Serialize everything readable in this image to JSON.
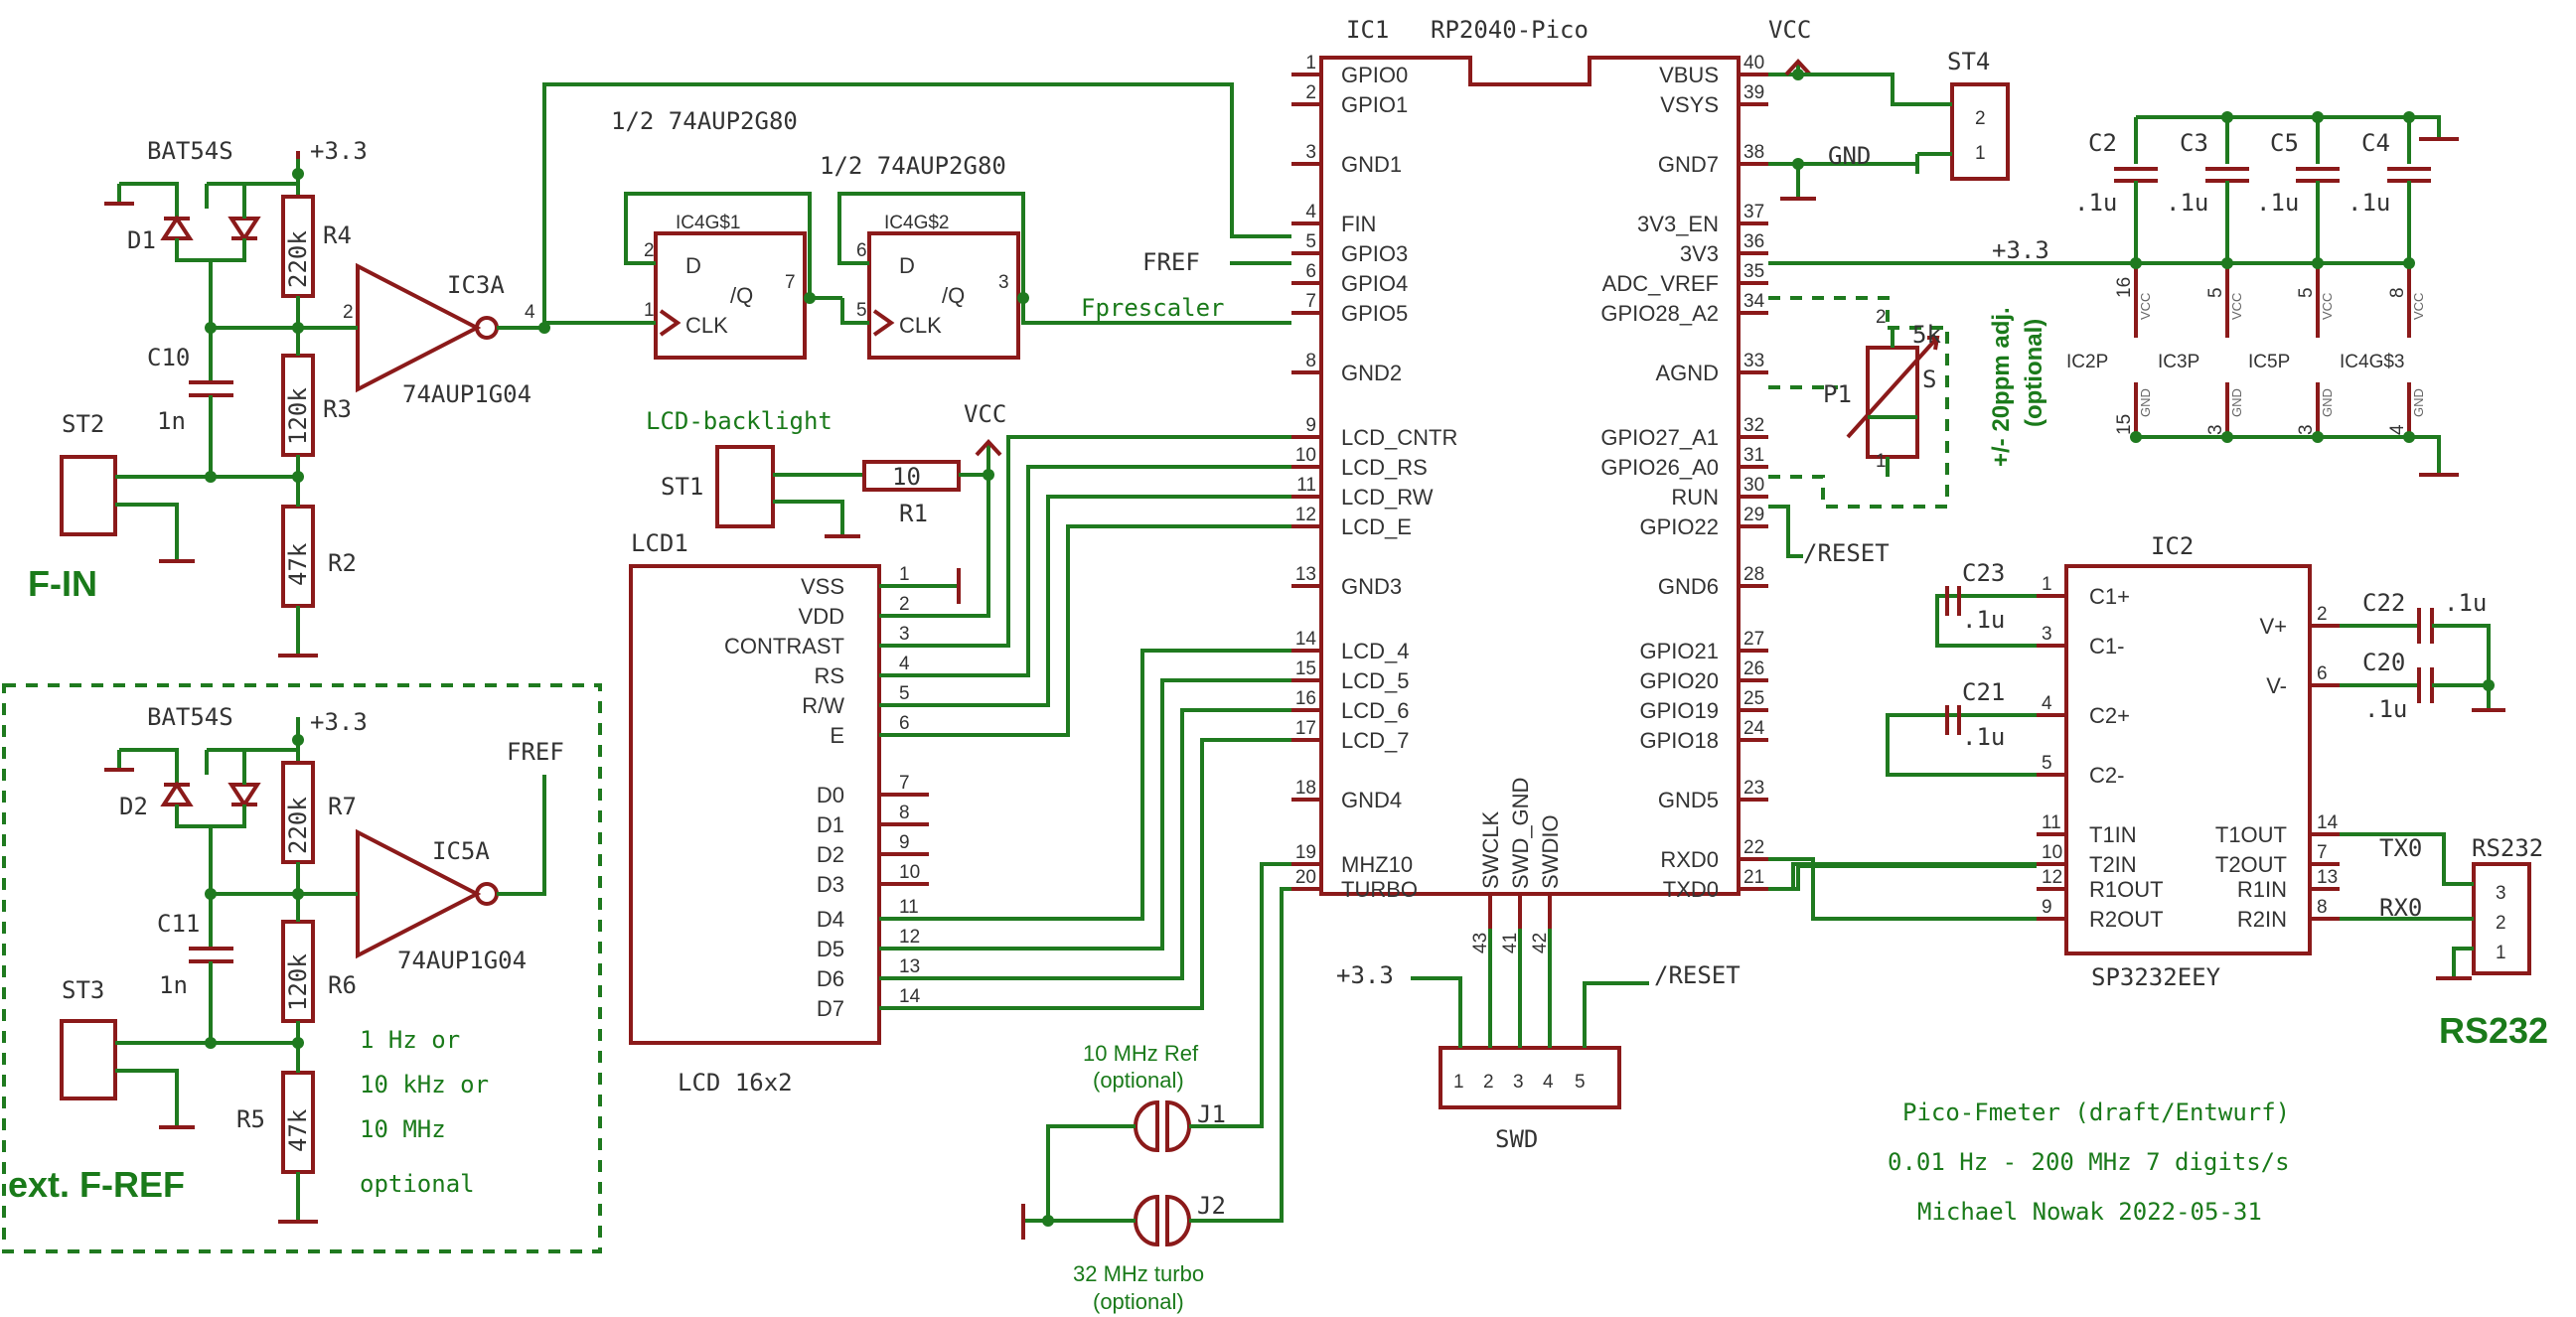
{
  "left_top": {
    "diode_label": "BAT54S",
    "diode_ref": "D1",
    "supply": "+3.3",
    "r4": "R4",
    "r4_val": "220k",
    "r3": "R3",
    "r3_val": "120k",
    "r2": "R2",
    "r2_val": "47k",
    "c10": "C10",
    "c10_val": "1n",
    "st2": "ST2",
    "input_label": "F-IN",
    "gate_ref": "IC3A",
    "gate_part": "74AUP1G04",
    "gate_pin2": "2",
    "gate_pin4": "4"
  },
  "left_bottom": {
    "diode_label": "BAT54S",
    "diode_ref": "D2",
    "supply": "+3.3",
    "r7": "R7",
    "r7_val": "220k",
    "r6": "R6",
    "r6_val": "120k",
    "r5": "R5",
    "r5_val": "47k",
    "c11": "C11",
    "c11_val": "1n",
    "st3": "ST3",
    "box_label": "ext. F-REF",
    "gate_ref": "IC5A",
    "gate_part": "74AUP1G04",
    "fref": "FREF",
    "notes": [
      "1 Hz    or",
      "10 kHz or",
      "10 MHz",
      "optional"
    ]
  },
  "flipflops": {
    "title1": "1/2 74AUP2G80",
    "title2": "1/2 74AUP2G80",
    "ff1_ref": "IC4G$1",
    "ff2_ref": "IC4G$2",
    "d": "D",
    "q": "/Q",
    "clk": "CLK",
    "ff1_pins": [
      "2",
      "7",
      "1"
    ],
    "ff2_pins": [
      "6",
      "3",
      "5"
    ],
    "fref_label": "FREF",
    "fprescaler_label": "Fprescaler"
  },
  "lcd": {
    "backlight_label": "LCD-backlight",
    "st1": "ST1",
    "r1": "R1",
    "r1_val": "10",
    "vcc": "VCC",
    "ref": "LCD1",
    "part": "LCD 16x2",
    "pins": [
      {
        "name": "VSS",
        "num": "1"
      },
      {
        "name": "VDD",
        "num": "2"
      },
      {
        "name": "CONTRAST",
        "num": "3"
      },
      {
        "name": "RS",
        "num": "4"
      },
      {
        "name": "R/W",
        "num": "5"
      },
      {
        "name": "E",
        "num": "6"
      },
      {
        "name": "D0",
        "num": "7"
      },
      {
        "name": "D1",
        "num": "8"
      },
      {
        "name": "D2",
        "num": "9"
      },
      {
        "name": "D3",
        "num": "10"
      },
      {
        "name": "D4",
        "num": "11"
      },
      {
        "name": "D5",
        "num": "12"
      },
      {
        "name": "D6",
        "num": "13"
      },
      {
        "name": "D7",
        "num": "14"
      }
    ]
  },
  "pico": {
    "ref": "IC1",
    "part": "RP2040-Pico",
    "vcc": "VCC",
    "left_pins": [
      {
        "num": "1",
        "name": "GPIO0"
      },
      {
        "num": "2",
        "name": "GPIO1"
      },
      {
        "num": "3",
        "name": "GND1"
      },
      {
        "num": "4",
        "name": "FIN"
      },
      {
        "num": "5",
        "name": "GPIO3"
      },
      {
        "num": "6",
        "name": "GPIO4"
      },
      {
        "num": "7",
        "name": "GPIO5"
      },
      {
        "num": "8",
        "name": "GND2"
      },
      {
        "num": "9",
        "name": "LCD_CNTR"
      },
      {
        "num": "10",
        "name": "LCD_RS"
      },
      {
        "num": "11",
        "name": "LCD_RW"
      },
      {
        "num": "12",
        "name": "LCD_E"
      },
      {
        "num": "13",
        "name": "GND3"
      },
      {
        "num": "14",
        "name": "LCD_4"
      },
      {
        "num": "15",
        "name": "LCD_5"
      },
      {
        "num": "16",
        "name": "LCD_6"
      },
      {
        "num": "17",
        "name": "LCD_7"
      },
      {
        "num": "18",
        "name": "GND4"
      },
      {
        "num": "19",
        "name": "MHZ10"
      },
      {
        "num": "20",
        "name": "TURBO"
      }
    ],
    "right_pins": [
      {
        "num": "40",
        "name": "VBUS"
      },
      {
        "num": "39",
        "name": "VSYS"
      },
      {
        "num": "38",
        "name": "GND7"
      },
      {
        "num": "37",
        "name": "3V3_EN"
      },
      {
        "num": "36",
        "name": "3V3"
      },
      {
        "num": "35",
        "name": "ADC_VREF"
      },
      {
        "num": "34",
        "name": "GPIO28_A2"
      },
      {
        "num": "33",
        "name": "AGND"
      },
      {
        "num": "32",
        "name": "GPIO27_A1"
      },
      {
        "num": "31",
        "name": "GPIO26_A0"
      },
      {
        "num": "30",
        "name": "RUN"
      },
      {
        "num": "29",
        "name": "GPIO22"
      },
      {
        "num": "28",
        "name": "GND6"
      },
      {
        "num": "27",
        "name": "GPIO21"
      },
      {
        "num": "26",
        "name": "GPIO20"
      },
      {
        "num": "25",
        "name": "GPIO19"
      },
      {
        "num": "24",
        "name": "GPIO18"
      },
      {
        "num": "23",
        "name": "GND5"
      },
      {
        "num": "22",
        "name": "RXD0"
      },
      {
        "num": "21",
        "name": "TXD0"
      }
    ],
    "bottom_pins": [
      {
        "num": "43",
        "name": "SWCLK"
      },
      {
        "num": "41",
        "name": "SWD_GND"
      },
      {
        "num": "42",
        "name": "SWDIO"
      }
    ],
    "reset_label": "/RESET"
  },
  "st4": {
    "ref": "ST4",
    "pin2": "2",
    "pin1": "1",
    "gnd": "GND"
  },
  "decoupling": {
    "supply": "+3.3",
    "caps": [
      {
        "ref": "C2",
        "val": ".1u"
      },
      {
        "ref": "C3",
        "val": ".1u"
      },
      {
        "ref": "C5",
        "val": ".1u"
      },
      {
        "ref": "C4",
        "val": ".1u"
      }
    ],
    "ics": [
      {
        "ref": "IC2P",
        "vpin": "16",
        "gpin": "15"
      },
      {
        "ref": "IC3P",
        "vpin": "5",
        "gpin": "3"
      },
      {
        "ref": "IC5P",
        "vpin": "5",
        "gpin": "3"
      },
      {
        "ref": "IC4G$3",
        "vpin": "8",
        "gpin": "4"
      }
    ],
    "vcc": "VCC",
    "gnd": "GND"
  },
  "trim": {
    "ref": "P1",
    "val": "5k",
    "s": "S",
    "p1": "1",
    "p2": "2",
    "note1": "+/- 20ppm adj.",
    "note2": "(optional)"
  },
  "sp3232": {
    "ref": "IC2",
    "part": "SP3232EEY",
    "left_pins": [
      {
        "num": "1",
        "name": "C1+"
      },
      {
        "num": "3",
        "name": "C1-"
      },
      {
        "num": "4",
        "name": "C2+"
      },
      {
        "num": "5",
        "name": "C2-"
      },
      {
        "num": "11",
        "name": "T1IN"
      },
      {
        "num": "10",
        "name": "T2IN"
      },
      {
        "num": "12",
        "name": "R1OUT"
      },
      {
        "num": "9",
        "name": "R2OUT"
      }
    ],
    "right_pins": [
      {
        "num": "2",
        "name": "V+"
      },
      {
        "num": "6",
        "name": "V-"
      },
      {
        "num": "14",
        "name": "T1OUT"
      },
      {
        "num": "7",
        "name": "T2OUT"
      },
      {
        "num": "13",
        "name": "R1IN"
      },
      {
        "num": "8",
        "name": "R2IN"
      }
    ],
    "c23": "C23",
    "c21": "C21",
    "c22": "C22",
    "c20": "C20",
    "cval": ".1u",
    "tx": "TX0",
    "rx": "RX0",
    "conn": "RS232",
    "conn_pins": [
      "3",
      "2",
      "1"
    ],
    "conn_label": "RS232"
  },
  "swd": {
    "supply": "+3.3",
    "reset": "/RESET",
    "label": "SWD",
    "pins": [
      "1",
      "2",
      "3",
      "4",
      "5"
    ]
  },
  "jumpers": {
    "j1_title": "10 MHz Ref",
    "j1_opt": "(optional)",
    "j1": "J1",
    "j2_title": "32 MHz turbo",
    "j2_opt": "(optional)",
    "j2": "J2"
  },
  "title_block": {
    "line1": "Pico-Fmeter (draft/Entwurf)",
    "line2": "0.01 Hz - 200 MHz  7 digits/s",
    "line3": "Michael Nowak  2022-05-31"
  }
}
